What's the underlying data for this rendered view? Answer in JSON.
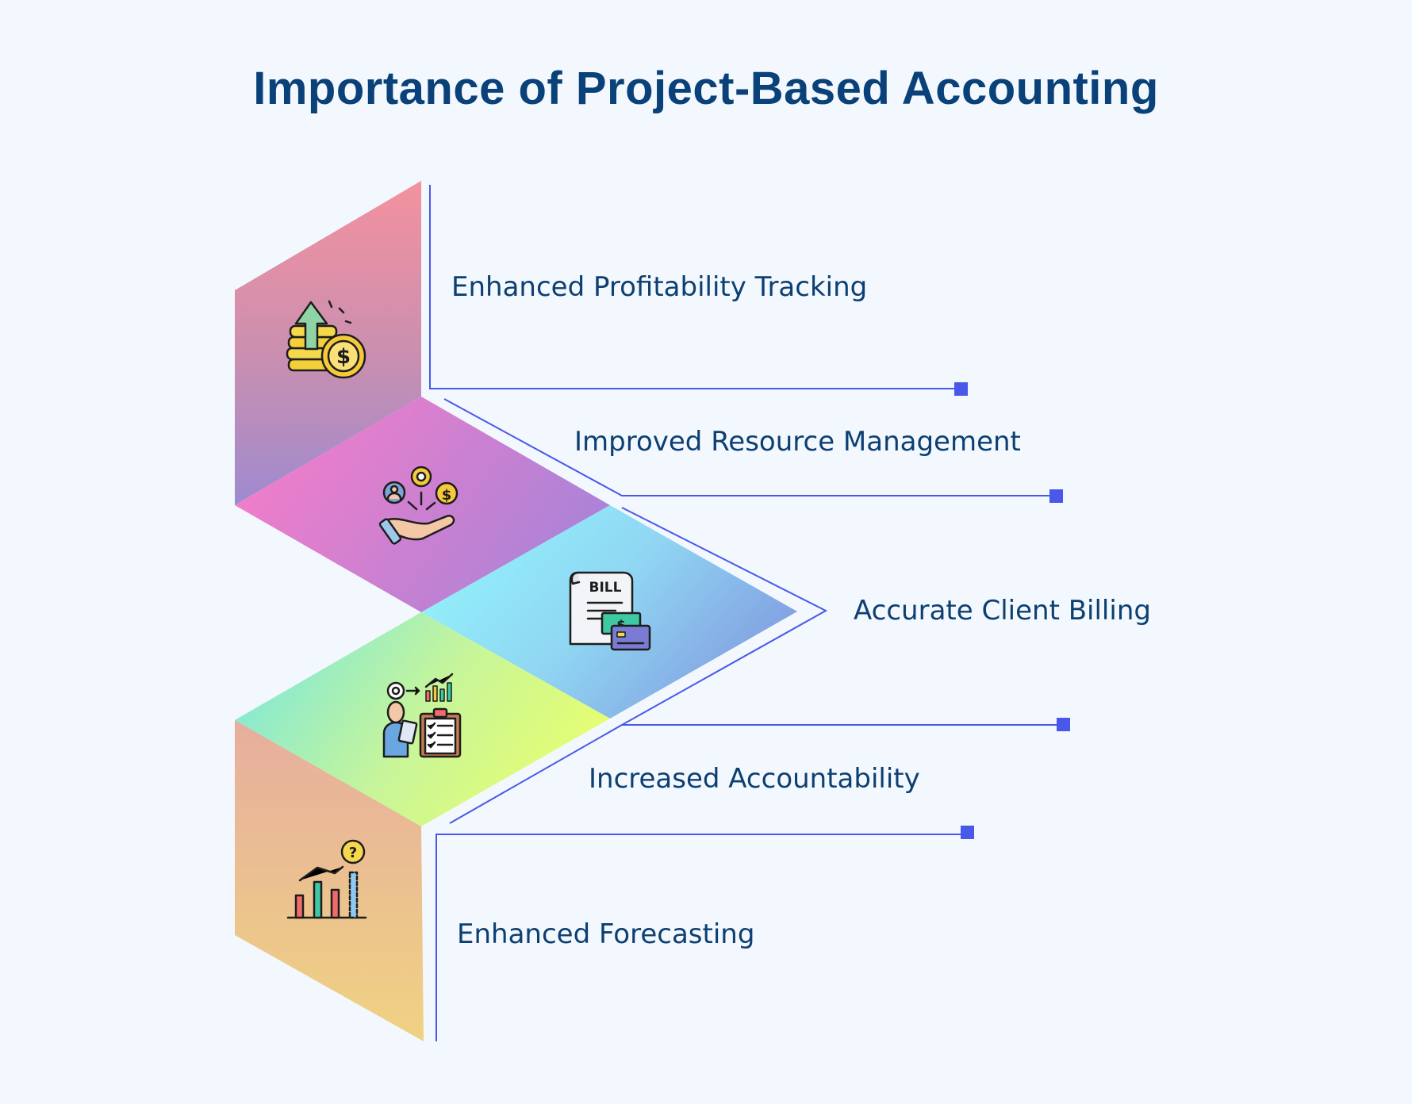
{
  "title": "Importance of Project-Based Accounting",
  "accent_color": "#4a58ea",
  "title_color": "#0b4179",
  "items": [
    {
      "label": "Enhanced Profitability Tracking",
      "icon": "coins-arrow-up-icon"
    },
    {
      "label": "Improved Resource Management",
      "icon": "hand-resources-icon"
    },
    {
      "label": "Accurate Client Billing",
      "icon": "bill-payment-icon"
    },
    {
      "label": "Increased Accountability",
      "icon": "person-checklist-icon"
    },
    {
      "label": "Enhanced Forecasting",
      "icon": "chart-question-icon"
    }
  ],
  "bill_icon_text": "BILL"
}
